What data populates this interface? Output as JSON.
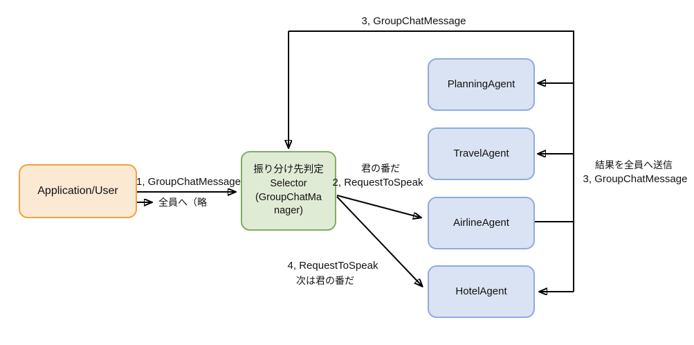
{
  "diagram": {
    "nodes": {
      "application_user": {
        "label": "Application/User"
      },
      "selector": {
        "label": "振り分け先判定\nSelector\n(GroupChatMa\nnager)"
      },
      "planning_agent": {
        "label": "PlanningAgent"
      },
      "travel_agent": {
        "label": "TravelAgent"
      },
      "airline_agent": {
        "label": "AirlineAgent"
      },
      "hotel_agent": {
        "label": "HotelAgent"
      }
    },
    "edge_labels": {
      "msg1": "1, GroupChatMessage",
      "broadcast_all": "全員へ（略",
      "turn_notice": "君の番だ",
      "msg2": "2, RequestToSpeak",
      "msg3_top": "3, GroupChatMessage",
      "result_broadcast": "結果を全員へ送信",
      "msg3_right": "3, GroupChatMessage",
      "msg4": "4, RequestToSpeak",
      "next_turn": "次は君の番だ"
    },
    "colors": {
      "user_fill": "#FCE9D4",
      "user_border": "#F0A33C",
      "selector_fill": "#E0EBD5",
      "selector_border": "#7FAC5F",
      "agent_fill": "#DAE3F3",
      "agent_border": "#8FAADC",
      "line": "#000000",
      "text": "#111111"
    }
  }
}
